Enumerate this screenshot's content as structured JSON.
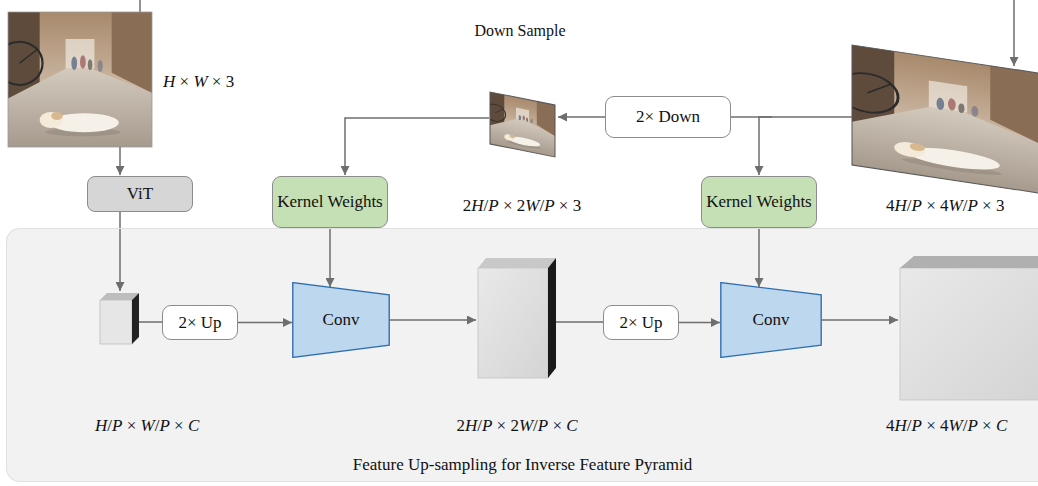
{
  "diagram": {
    "nodes": [
      {
        "text": [
          "2× Down"
        ]
      },
      {
        "text": [
          "ViT"
        ]
      },
      {
        "text": [
          "Kernel Weights"
        ]
      },
      {
        "text": [
          "Kernel Weights"
        ]
      },
      {
        "text": [
          "Feature Up-sampling for Inverse Feature Pyramid"
        ]
      },
      {
        "text": [
          "2× Up"
        ],
        "in": 4
      },
      {
        "text": [
          "Conv"
        ],
        "in": 4
      },
      {
        "text": [
          "2× Up"
        ],
        "in": 4
      },
      {
        "text": [
          "Conv"
        ],
        "in": 4
      }
    ],
    "edges": [
      {
        "from": 2,
        "to": 6,
        "arrow": "to"
      },
      {
        "from": 5,
        "to": 6,
        "arrow": "to"
      },
      {
        "from": 3,
        "to": 8,
        "arrow": "to"
      },
      {
        "from": 7,
        "to": 8,
        "arrow": "to"
      }
    ],
    "labels": [
      "Down Sample",
      "H × W × 3",
      "2H/P × 2W/P × 3",
      "4H/P × 4W/P × 3",
      "H/P × W/P × C",
      "2H/P × 2W/P × C",
      "4H/P × 4W/P × C"
    ]
  }
}
